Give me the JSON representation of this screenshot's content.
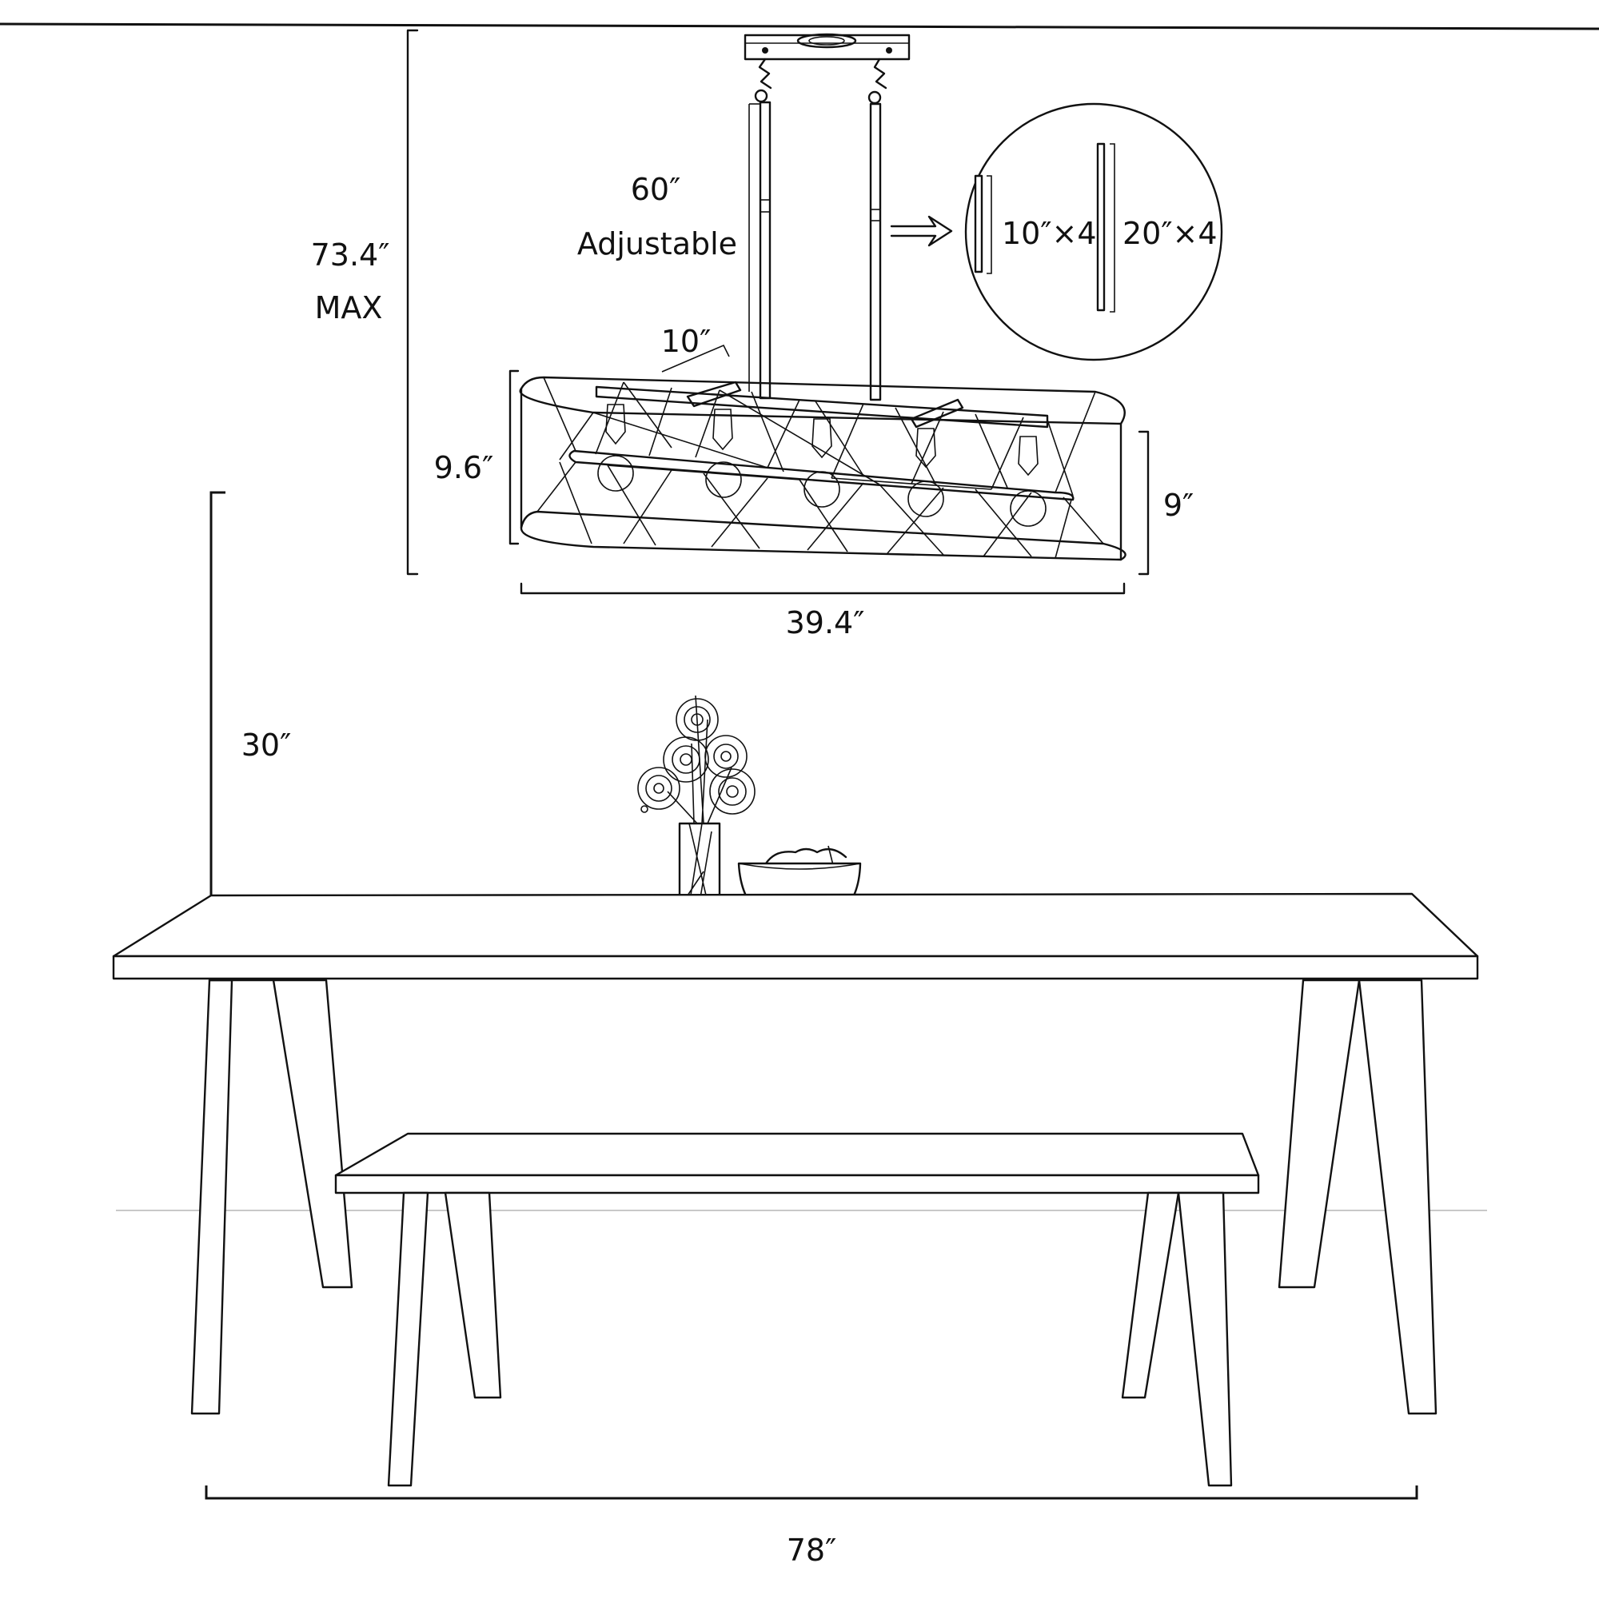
{
  "labels": {
    "rod_length": "60″",
    "rod_adjustable": "Adjustable",
    "max_height": "73.4″",
    "max_label": "MAX",
    "canopy_depth": "10″",
    "fixture_height_left": "9.6″",
    "fixture_height_right": "9″",
    "fixture_width": "39.4″",
    "rods_short": "10″×4",
    "rods_long": "20″×4",
    "table_height": "30″",
    "table_length": "78″"
  },
  "icons": {
    "arrow": "double-outline-right-arrow-icon"
  }
}
